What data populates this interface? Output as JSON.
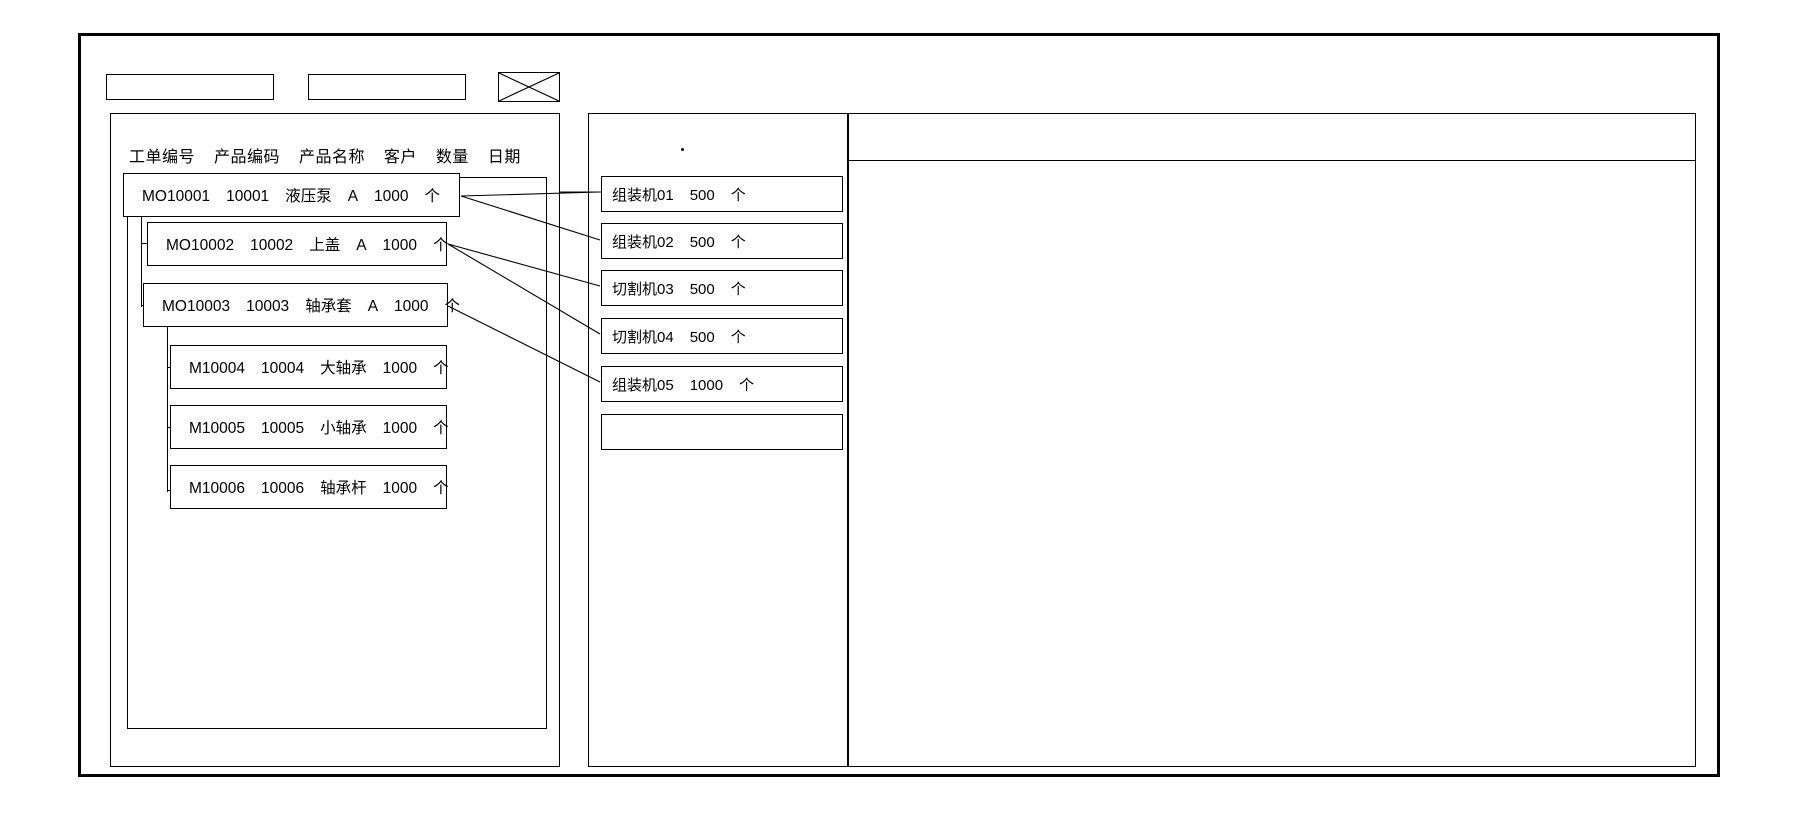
{
  "window": {
    "toolbar": {
      "field1_value": "",
      "field2_value": "",
      "image_placeholder_name": "image-placeholder-icon"
    }
  },
  "left_panel": {
    "columns": [
      "工单编号",
      "产品编码",
      "产品名称",
      "客户",
      "数量",
      "日期"
    ],
    "rows": [
      {
        "order_no": "MO10001",
        "product_code": "10001",
        "product_name": "液压泵",
        "customer": "A",
        "qty": "1000",
        "unit": "个",
        "level": 0
      },
      {
        "order_no": "MO10002",
        "product_code": "10002",
        "product_name": "上盖",
        "customer": "A",
        "qty": "1000",
        "unit": "个",
        "level": 1
      },
      {
        "order_no": "MO10003",
        "product_code": "10003",
        "product_name": "轴承套",
        "customer": "A",
        "qty": "1000",
        "unit": "个",
        "level": 1
      },
      {
        "order_no": "M10004",
        "product_code": "10004",
        "product_name": "大轴承",
        "customer": "",
        "qty": "1000",
        "unit": "个",
        "level": 2
      },
      {
        "order_no": "M10005",
        "product_code": "10005",
        "product_name": "小轴承",
        "customer": "",
        "qty": "1000",
        "unit": "个",
        "level": 2
      },
      {
        "order_no": "M10006",
        "product_code": "10006",
        "product_name": "轴承杆",
        "customer": "",
        "qty": "1000",
        "unit": "个",
        "level": 2
      }
    ]
  },
  "middle_panel": {
    "rows": [
      {
        "machine": "组装机01",
        "qty": "500",
        "unit": "个"
      },
      {
        "machine": "组装机02",
        "qty": "500",
        "unit": "个"
      },
      {
        "machine": "切割机03",
        "qty": "500",
        "unit": "个"
      },
      {
        "machine": "切割机04",
        "qty": "500",
        "unit": "个"
      },
      {
        "machine": "组装机05",
        "qty": "1000",
        "unit": "个"
      },
      {
        "machine": "",
        "qty": "",
        "unit": ""
      }
    ]
  },
  "right_panel": {
    "content": ""
  },
  "colors": {
    "stroke": "#000000",
    "background": "#ffffff"
  }
}
